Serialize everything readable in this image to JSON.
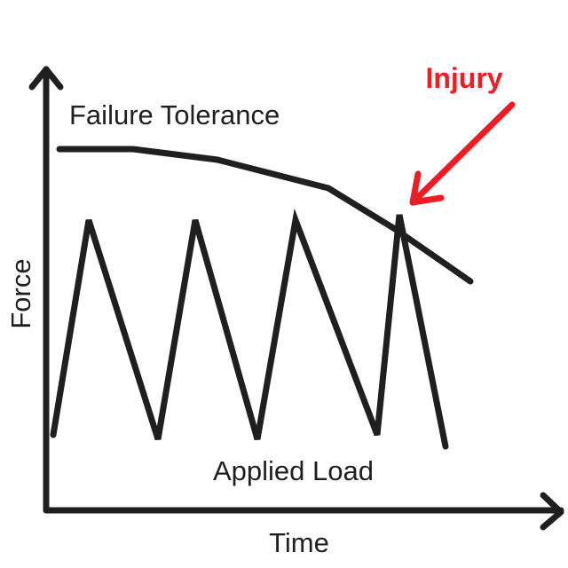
{
  "diagram": {
    "x_axis_label": "Time",
    "y_axis_label": "Force",
    "tolerance_label": "Failure Tolerance",
    "load_label": "Applied Load",
    "injury_label": "Injury"
  },
  "colors": {
    "ink": "#1f1f1f",
    "injury": "#ee1c24",
    "background": "#ffffff"
  }
}
